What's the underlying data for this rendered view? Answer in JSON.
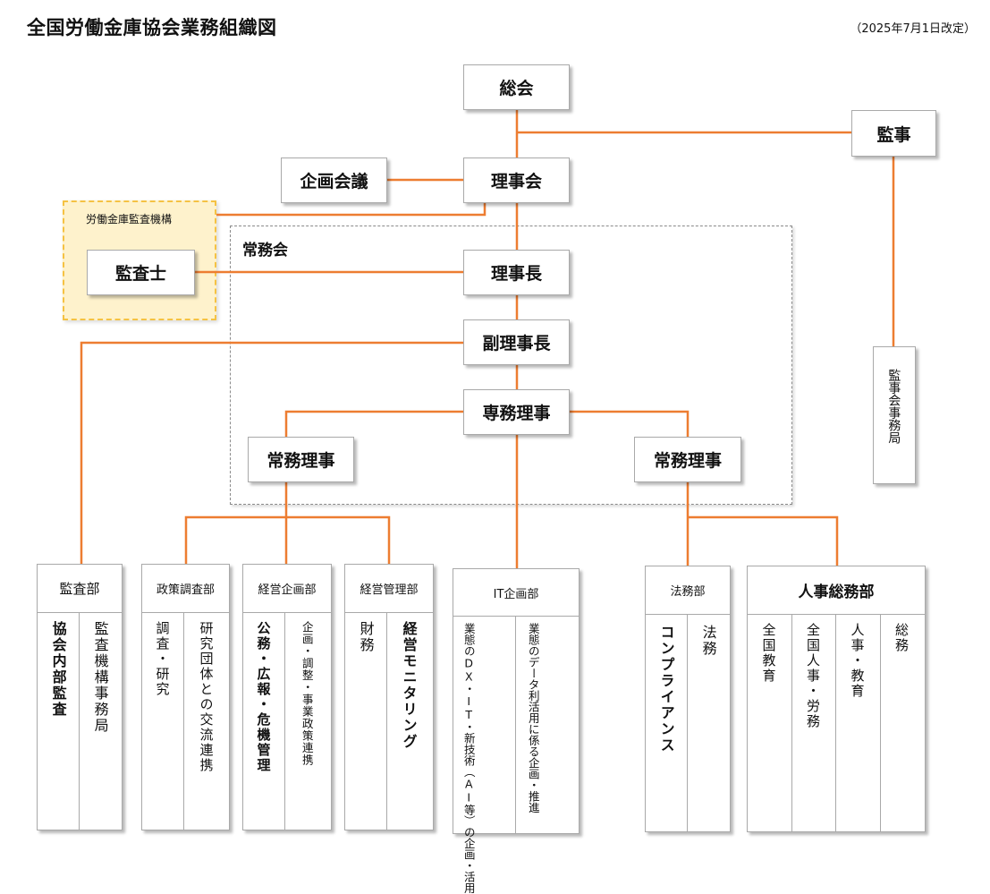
{
  "header": {
    "title": "全国労働金庫協会業務組織図",
    "date": "（2025年7月1日改定）"
  },
  "nodes": {
    "soukai": "総会",
    "kanji": "監事",
    "kikaku_kaigi": "企画会議",
    "rijikai": "理事会",
    "kansa_kikou": "労働金庫監査機構",
    "kansashi": "監査士",
    "joumukai": "常務会",
    "rijichou": "理事長",
    "fuku_rijichou": "副理事長",
    "senmu_riji": "専務理事",
    "joumu_riji_left": "常務理事",
    "joumu_riji_right": "常務理事",
    "kanjikai_jimukyoku": "監事会事務局"
  },
  "departments": [
    {
      "name": "監査部",
      "items": [
        "協会内部監査",
        "監査機構事務局"
      ]
    },
    {
      "name": "政策調査部",
      "items": [
        "調査・研究",
        "研究団体との交流連携"
      ]
    },
    {
      "name": "経営企画部",
      "items": [
        "公務・広報・危機管理",
        "企画・調整・事業政策連携"
      ]
    },
    {
      "name": "経営管理部",
      "items": [
        "財務",
        "経営モニタリング"
      ]
    },
    {
      "name": "IT企画部",
      "items": [
        "業態のDX・IT・新技術（AI等）の企画・活用",
        "業態のデータ利活用に係る企画・推進"
      ]
    },
    {
      "name": "法務部",
      "items": [
        "コンプライアンス",
        "法務"
      ]
    },
    {
      "name": "人事総務部",
      "items": [
        "全国教育",
        "全国人事・労務",
        "人事・教育",
        "総務"
      ]
    }
  ]
}
